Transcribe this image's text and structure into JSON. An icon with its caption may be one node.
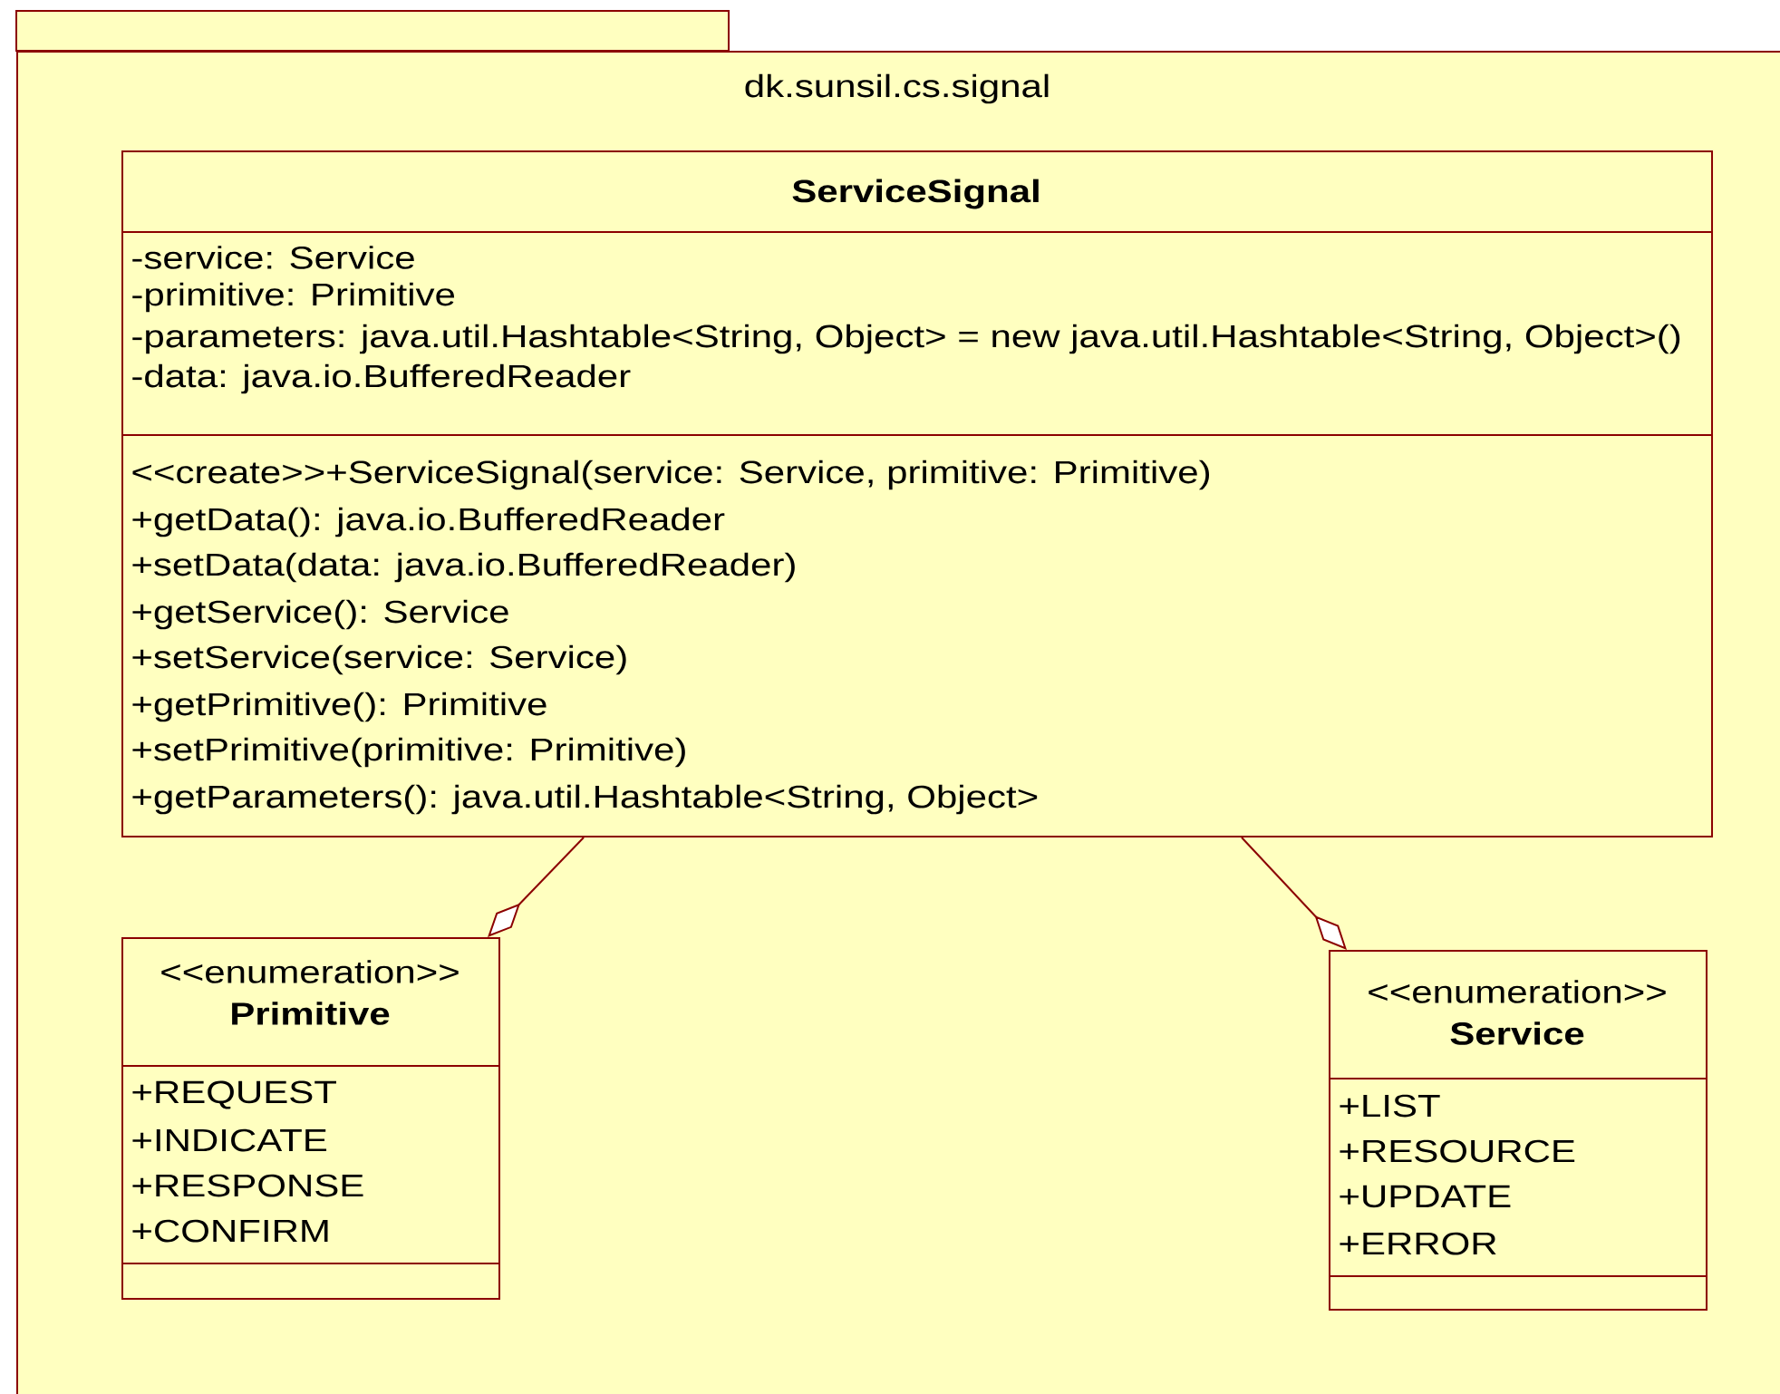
{
  "diagram": {
    "nodes": [
      {
        "text": [
          "dk.sunsil.cs.signal"
        ]
      },
      {
        "text": [
          "ServiceSignal",
          "-service: Service",
          "-primitive: Primitive",
          "-parameters: java.util.Hashtable<String, Object> = new java.util.Hashtable<String, Object>()",
          "-data: java.io.BufferedReader",
          "<<create>>+ServiceSignal(service: Service, primitive: Primitive)",
          "+getData(): java.io.BufferedReader",
          "+setData(data: java.io.BufferedReader)",
          "+getService(): Service",
          "+setService(service: Service)",
          "+getPrimitive(): Primitive",
          "+setPrimitive(primitive: Primitive)",
          "+getParameters(): java.util.Hashtable<String, Object>"
        ],
        "in": 0
      },
      {
        "text": [
          "<<enumeration>>",
          "Primitive",
          "+REQUEST",
          "+INDICATE",
          "+RESPONSE",
          "+CONFIRM"
        ],
        "in": 0
      },
      {
        "text": [
          "<<enumeration>>",
          "Service",
          "+LIST",
          "+RESOURCE",
          "+UPDATE",
          "+ERROR"
        ],
        "in": 0
      }
    ],
    "edges": [
      {
        "from": 1,
        "to": 2,
        "arrow": "other"
      },
      {
        "from": 1,
        "to": 3,
        "arrow": "other"
      }
    ]
  }
}
